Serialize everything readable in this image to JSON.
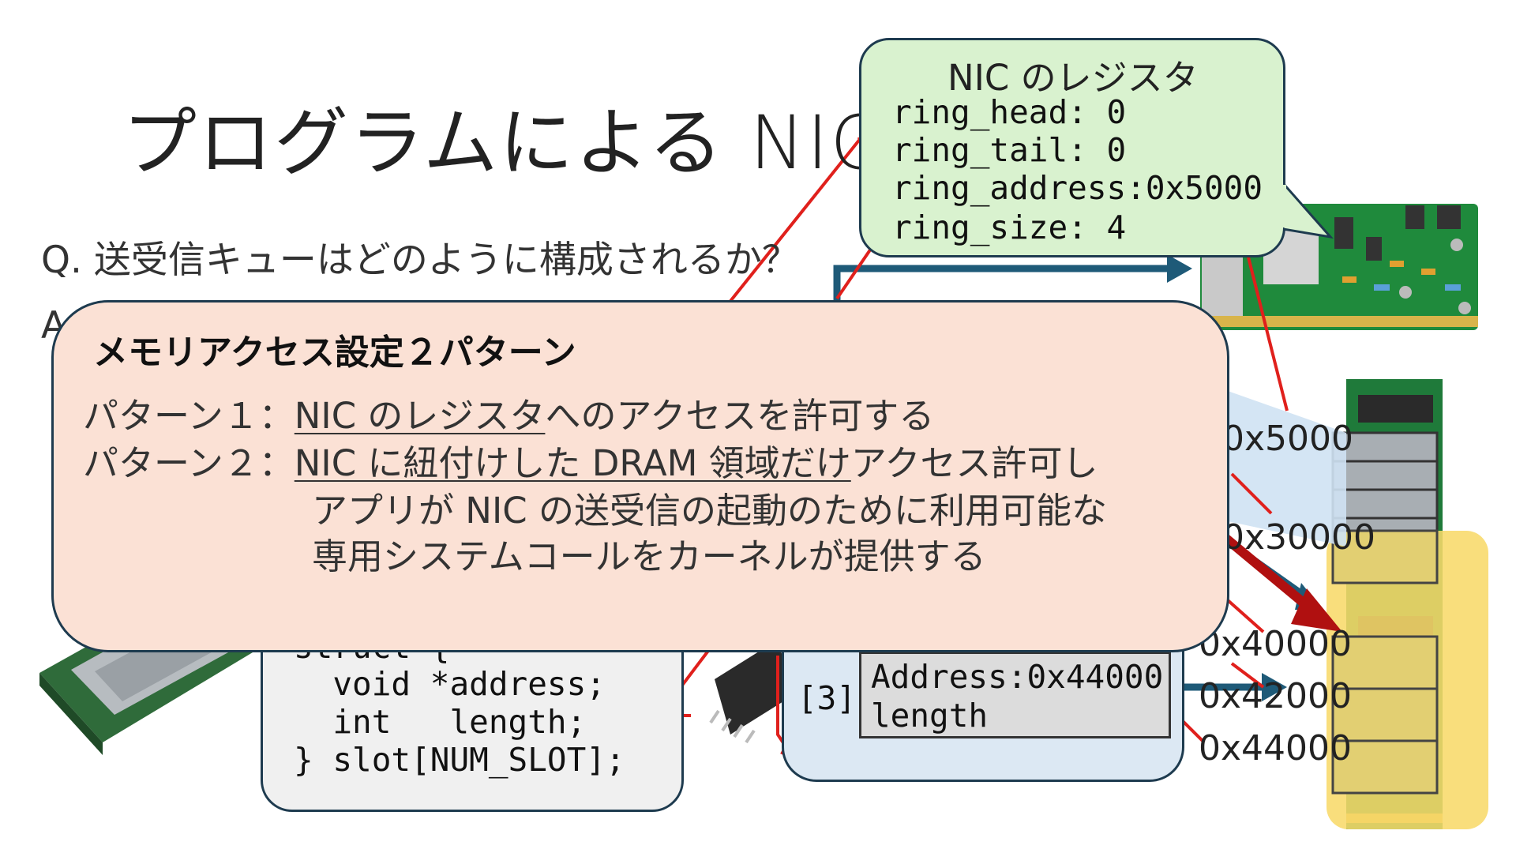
{
  "title": "プログラムによる NIC の",
  "question": "Q. 送受信キューはどのように構成されるか？",
  "answer_prefix": "A",
  "nic_registers": {
    "title": "NIC のレジスタ",
    "lines": [
      "ring_head: 0",
      "ring_tail: 0",
      "ring_address:0x5000",
      "ring_size: 4"
    ]
  },
  "code": {
    "lines": [
      "struct {",
      "  void *address;",
      "  int   length;",
      "} slot[NUM_SLOT];"
    ]
  },
  "ring": {
    "index_label": "[3]",
    "entry_lines": [
      "Address:0x44000",
      "length"
    ]
  },
  "addresses": [
    "0x5000",
    "0x30000",
    "0x40000",
    "0x42000",
    "0x44000"
  ],
  "popup": {
    "heading": "メモリアクセス設定２パターン",
    "pattern1": {
      "prefix": "パターン１：",
      "underlined": "NIC のレジスタ",
      "rest": "へのアクセスを許可する"
    },
    "pattern2": {
      "prefix": "パターン２：",
      "underlined": "NIC に紐付けした DRAM 領域だけ",
      "rest": "アクセス許可し",
      "line2": "アプリが NIC の送受信の起動のために利用可能な",
      "line3": "専用システムコールをカーネルが提供する"
    }
  },
  "colors": {
    "bubble_green": "#d9f2cf",
    "popup_peach": "#fbe1d5",
    "ring_blue": "#dce8f3",
    "outline_navy": "#1e3b4f",
    "bracket_red": "#e0201c",
    "arrow_darkred": "#b01010",
    "highlight_yellow": "#f8d96a"
  }
}
